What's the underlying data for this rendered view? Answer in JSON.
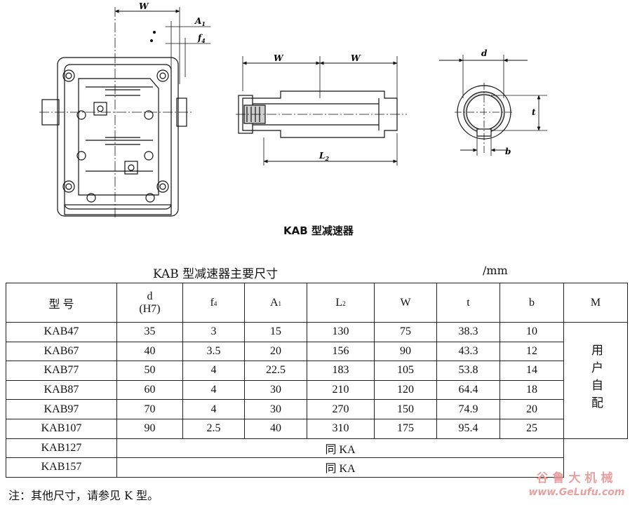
{
  "figure": {
    "caption": "KAB 型减速器",
    "labels": {
      "W": "W",
      "A1_main": "A",
      "A1_sub": "1",
      "f4_main": "f",
      "f4_sub": "4",
      "L2_main": "L",
      "L2_sub": "2",
      "d": "d",
      "t": "t",
      "b": "b"
    }
  },
  "table": {
    "title": "KAB 型减速器主要尺寸",
    "unit": "/mm",
    "headers": {
      "model": "型 号",
      "d_main": "d",
      "d_sub": "(H7)",
      "f4_main": "f",
      "f4_sub": "4",
      "A1_main": "A",
      "A1_sub": "1",
      "L2_main": "L",
      "L2_sub": "2",
      "W": "W",
      "t": "t",
      "b": "b",
      "M": "M"
    },
    "rows": [
      {
        "model": "KAB47",
        "d": "35",
        "f4": "3",
        "A1": "15",
        "L2": "130",
        "W": "75",
        "t": "38.3",
        "b": "10"
      },
      {
        "model": "KAB67",
        "d": "40",
        "f4": "3.5",
        "A1": "20",
        "L2": "156",
        "W": "90",
        "t": "43.3",
        "b": "12"
      },
      {
        "model": "KAB77",
        "d": "50",
        "f4": "4",
        "A1": "22.5",
        "L2": "183",
        "W": "105",
        "t": "53.8",
        "b": "14"
      },
      {
        "model": "KAB87",
        "d": "60",
        "f4": "4",
        "A1": "30",
        "L2": "210",
        "W": "120",
        "t": "64.4",
        "b": "18"
      },
      {
        "model": "KAB97",
        "d": "70",
        "f4": "4",
        "A1": "30",
        "L2": "270",
        "W": "150",
        "t": "74.9",
        "b": "20"
      },
      {
        "model": "KAB107",
        "d": "90",
        "f4": "2.5",
        "A1": "40",
        "L2": "310",
        "W": "175",
        "t": "95.4",
        "b": "25"
      }
    ],
    "m_value": "用户自配",
    "same_rows": [
      {
        "model": "KAB127",
        "text": "同 KA"
      },
      {
        "model": "KAB157",
        "text": "同 KA"
      }
    ]
  },
  "footnote": "注：其他尺寸，请参见 K 型。",
  "watermark": {
    "cn": "谷鲁大机械",
    "url": "www.GeLufu.com"
  }
}
